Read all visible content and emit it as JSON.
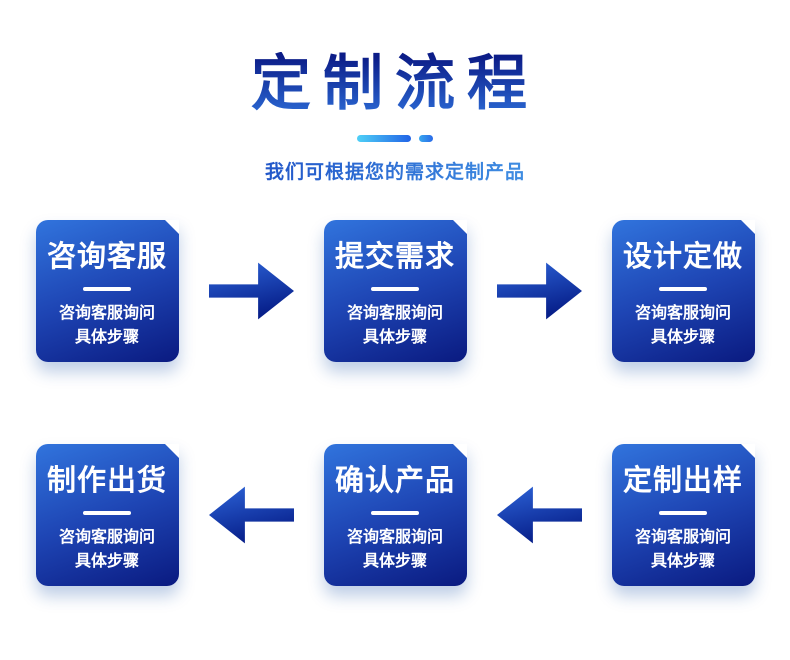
{
  "header": {
    "title": "定制流程",
    "subtitle": "我们可根据您的需求定制产品"
  },
  "colors": {
    "title_gradient_top": "#0c1d88",
    "title_gradient_bottom": "#2a67d2",
    "decor_line_start": "#4fd0f7",
    "decor_line_end": "#2163e6",
    "box_gradient_start": "#3174dd",
    "box_gradient_mid": "#1e45b4",
    "box_gradient_end": "#0a1a80",
    "arrow_gradient_start": "#2d64d8",
    "arrow_gradient_end": "#071f8a",
    "box_text": "#ffffff",
    "background": "#ffffff"
  },
  "rows": [
    {
      "direction": "right",
      "steps": [
        {
          "title": "咨询客服",
          "desc1": "咨询客服询问",
          "desc2": "具体步骤"
        },
        {
          "title": "提交需求",
          "desc1": "咨询客服询问",
          "desc2": "具体步骤"
        },
        {
          "title": "设计定做",
          "desc1": "咨询客服询问",
          "desc2": "具体步骤"
        }
      ]
    },
    {
      "direction": "left",
      "steps": [
        {
          "title": "制作出货",
          "desc1": "咨询客服询问",
          "desc2": "具体步骤"
        },
        {
          "title": "确认产品",
          "desc1": "咨询客服询问",
          "desc2": "具体步骤"
        },
        {
          "title": "定制出样",
          "desc1": "咨询客服询问",
          "desc2": "具体步骤"
        }
      ]
    }
  ]
}
